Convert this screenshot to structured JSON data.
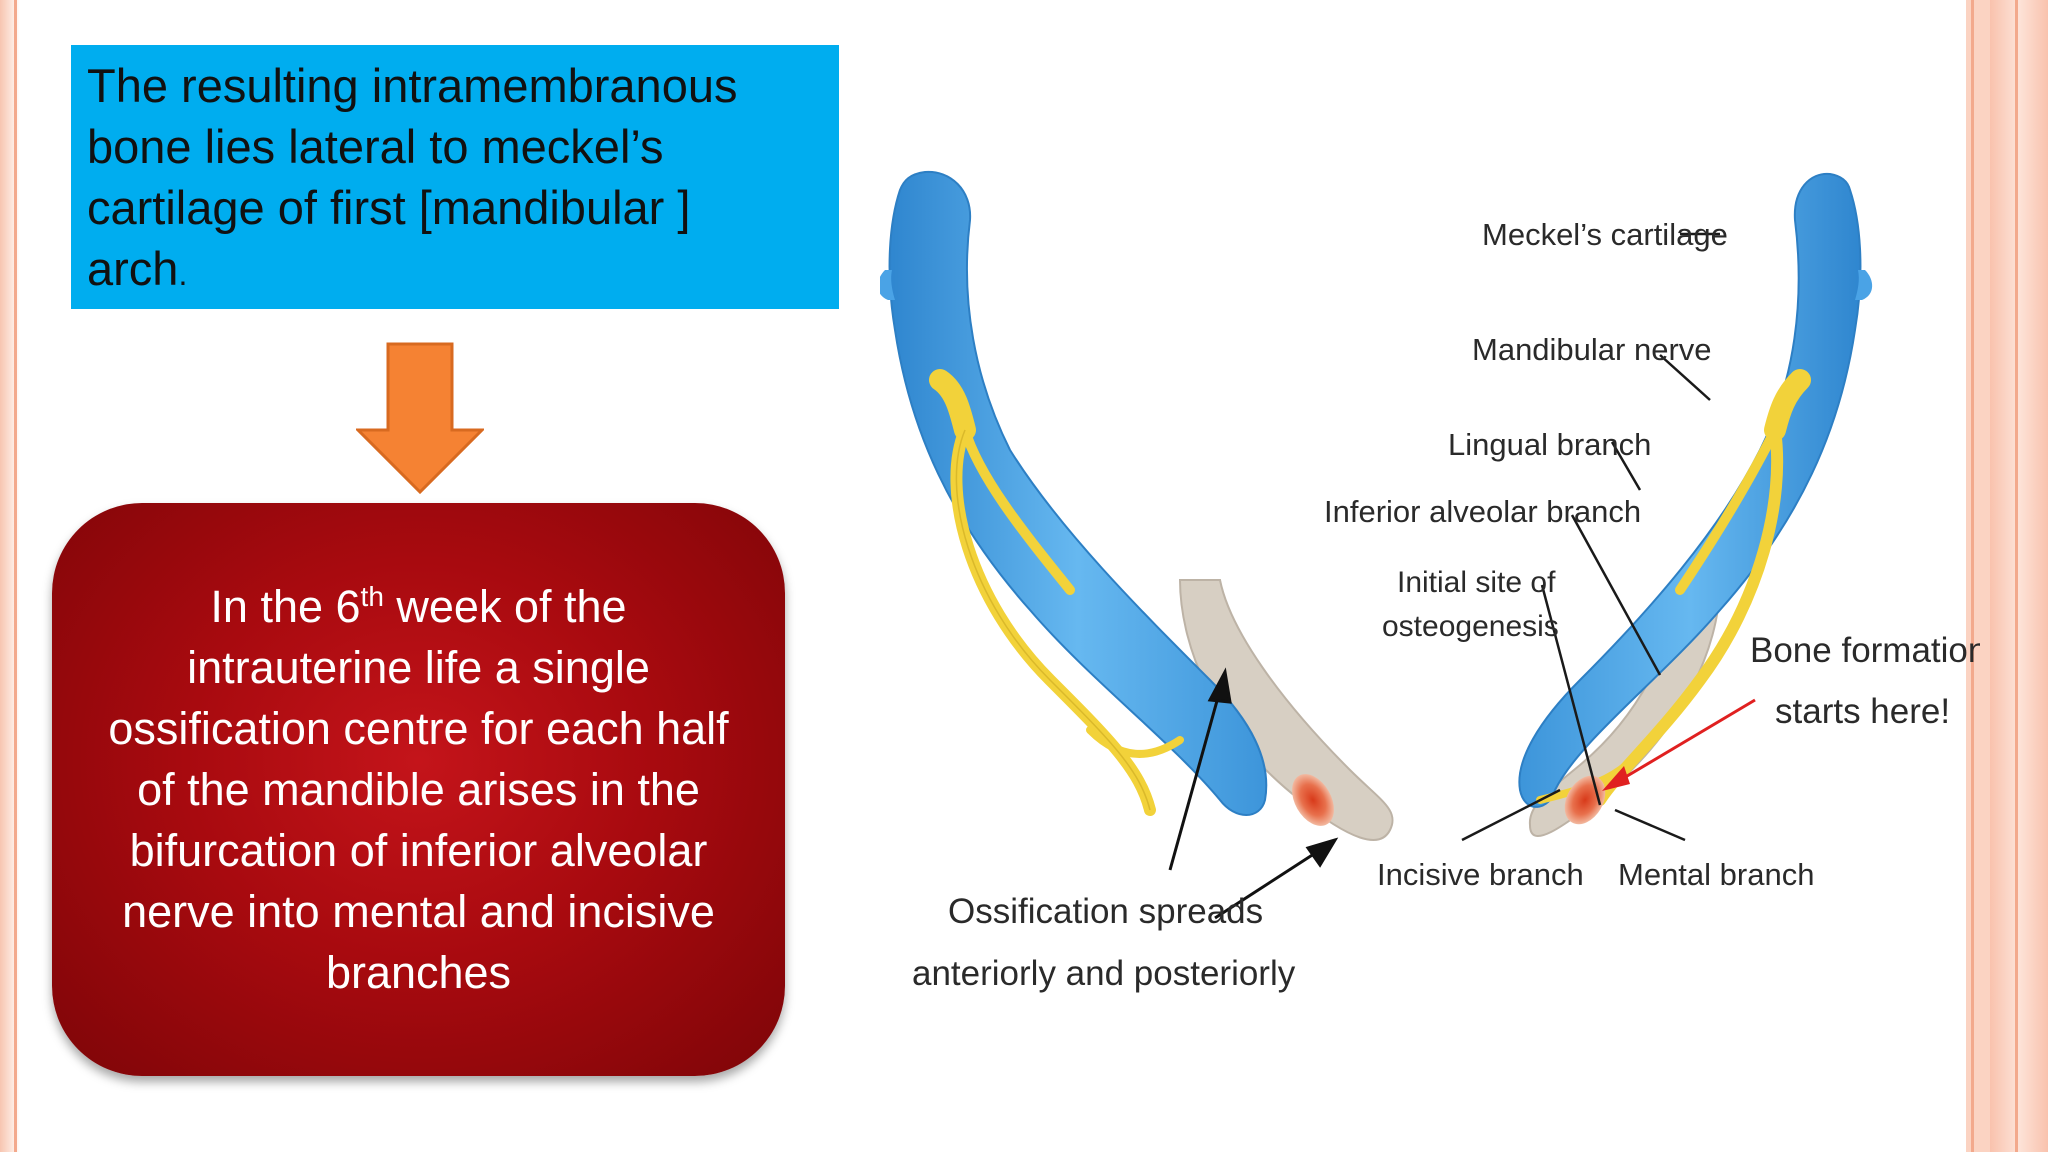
{
  "slide": {
    "intro_line1": "The resulting intramembranous",
    "intro_line2": "bone lies lateral to meckel’s",
    "intro_line3": "cartilage of first [mandibular ]",
    "intro_line4": "arch",
    "intro_tail": ".",
    "main_part1": "In the 6",
    "main_sup": "th",
    "main_part2": " week of the intrauterine life a single ossification centre for each half of the mandible arises in the bifurcation of inferior alveolar nerve into mental and incisive branches"
  },
  "diagram": {
    "labels": {
      "meckels_cartilage": "Meckel’s cartilage",
      "mandibular_nerve": "Mandibular nerve",
      "lingual_branch": "Lingual branch",
      "inferior_alveolar_branch": "Inferior alveolar branch",
      "initial_site_line1": "Initial site of",
      "initial_site_line2": "osteogenesis",
      "bone_formation_line1": "Bone formation",
      "bone_formation_line2": "starts here!",
      "incisive_branch": "Incisive branch",
      "mental_branch": "Mental branch",
      "ossification_line1": "Ossification spreads",
      "ossification_line2": "anteriorly and posteriorly"
    },
    "colors": {
      "cartilage": "#4aa3e6",
      "nerve": "#f2d23a",
      "bone": "#d7cfc3",
      "ossification_centre": "#d84a2a",
      "red_arrow": "#e02020"
    }
  },
  "colors": {
    "intro_box": "#00adef",
    "main_box": "#a80a0f",
    "down_arrow": "#f58233"
  }
}
